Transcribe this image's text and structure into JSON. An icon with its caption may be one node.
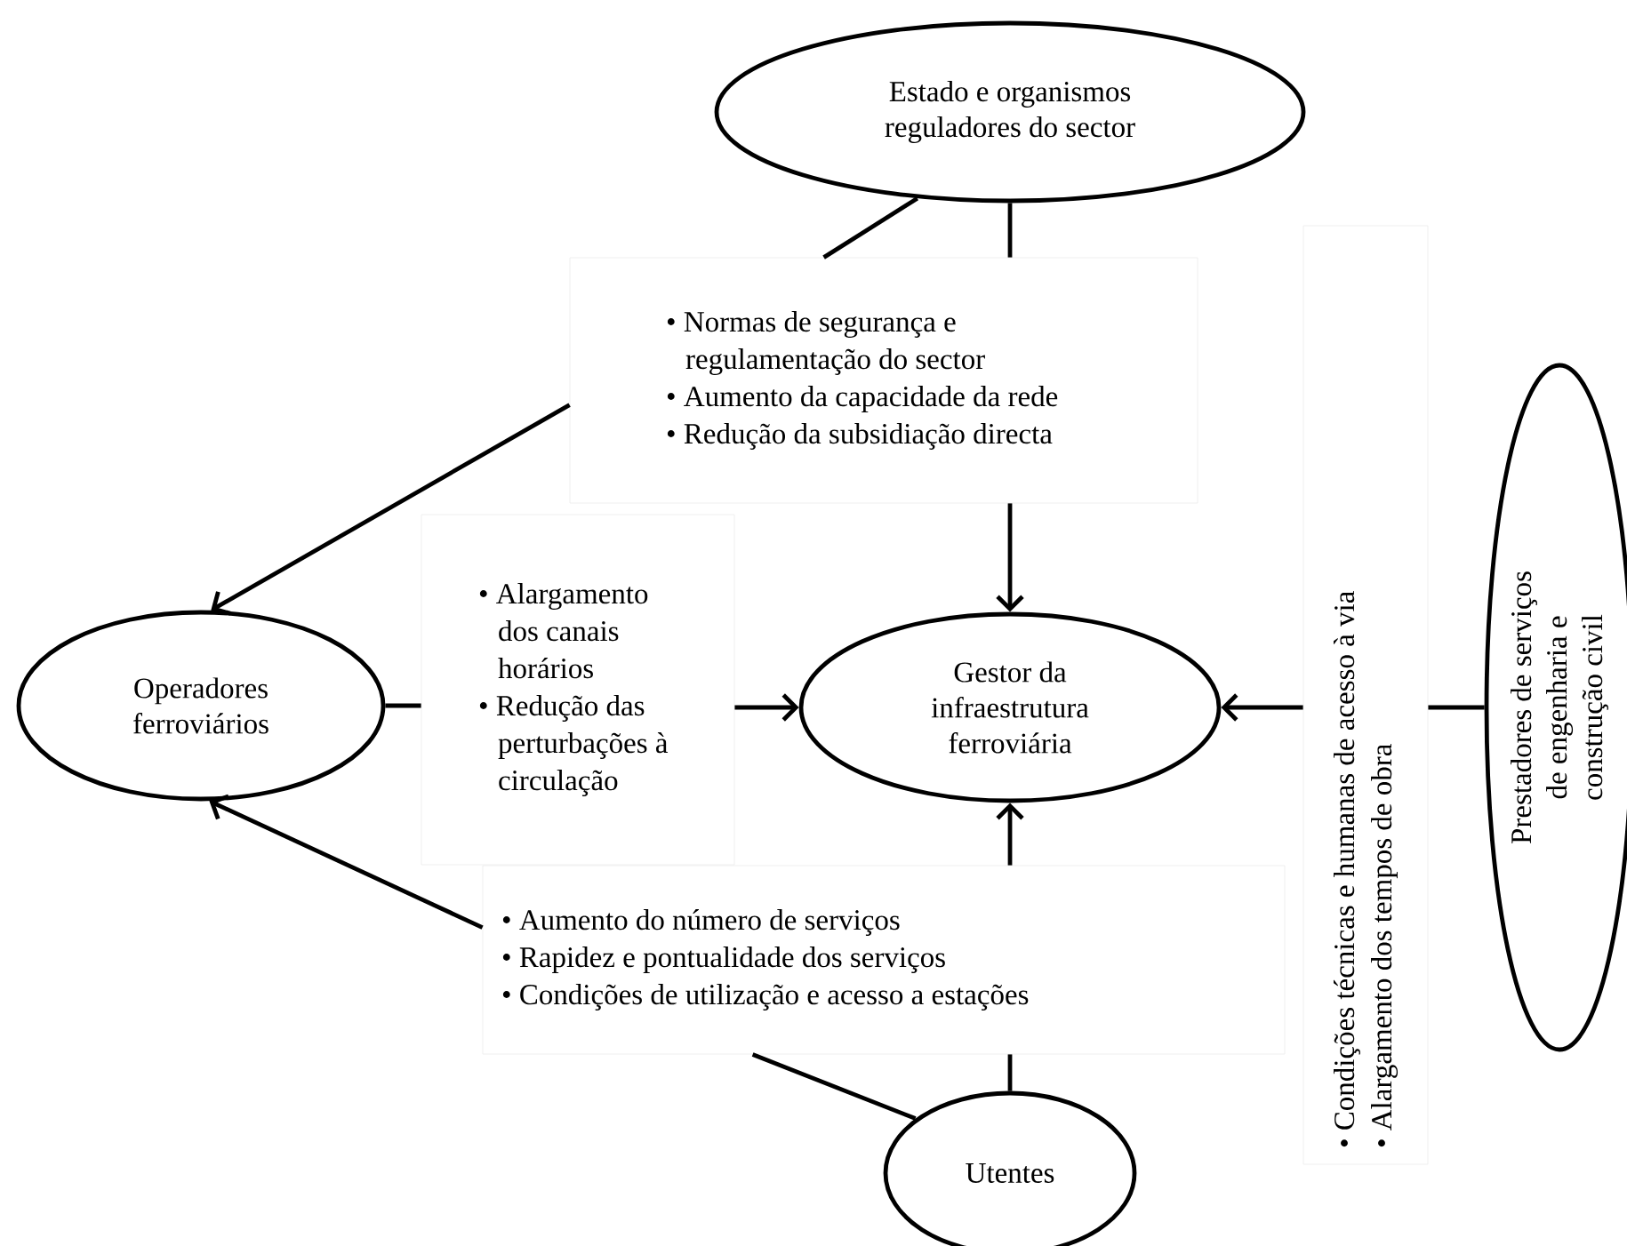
{
  "diagram": {
    "nodes": [
      {
        "text": [
          "Estado e organismos reguladores do sector"
        ]
      },
      {
        "text": [
          "• Normas de segurança e regulamentação do sector",
          "• Aumento da capacidade da rede",
          "• Redução da subsidiação directa"
        ]
      },
      {
        "text": [
          "Operadores ferroviários"
        ]
      },
      {
        "text": [
          "• Alargamento dos canais horários",
          "• Redução das perturbações à circulação"
        ]
      },
      {
        "text": [
          "Gestor da infraestrutura ferroviária"
        ]
      },
      {
        "text": [
          "• Condições técnicas e humanas de acesso à via",
          "• Alargamento dos tempos de obra"
        ]
      },
      {
        "text": [
          "Prestadores de serviços de engenharia e construção civil"
        ]
      },
      {
        "text": [
          "• Aumento do número de serviços",
          "• Rapidez e pontualidade dos serviços",
          "• Condições de utilização e acesso a estações"
        ]
      },
      {
        "text": [
          "Utentes"
        ]
      }
    ],
    "edges": [
      {
        "from": 0,
        "to": 1,
        "arrow": "none"
      },
      {
        "from": 0,
        "to": 1,
        "arrow": "none"
      },
      {
        "from": 1,
        "to": 2,
        "arrow": "to"
      },
      {
        "from": 1,
        "to": 4,
        "arrow": "to"
      },
      {
        "from": 2,
        "to": 3,
        "arrow": "none"
      },
      {
        "from": 3,
        "to": 4,
        "arrow": "to"
      },
      {
        "from": 6,
        "to": 5,
        "arrow": "none"
      },
      {
        "from": 5,
        "to": 4,
        "arrow": "to"
      },
      {
        "from": 8,
        "to": 7,
        "arrow": "none"
      },
      {
        "from": 8,
        "to": 7,
        "arrow": "none"
      },
      {
        "from": 7,
        "to": 4,
        "arrow": "to"
      },
      {
        "from": 7,
        "to": 2,
        "arrow": "to"
      }
    ]
  }
}
